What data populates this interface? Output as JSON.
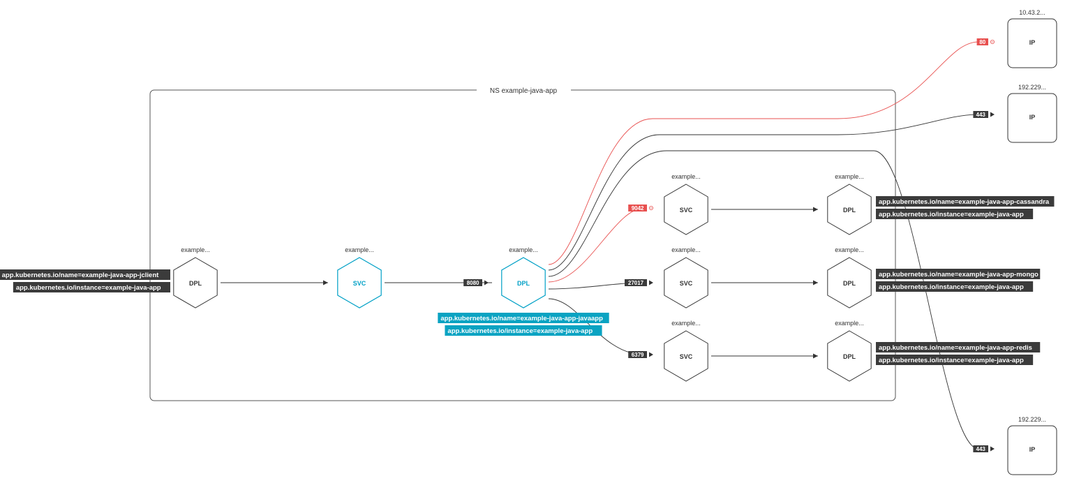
{
  "colors": {
    "ink": "#333333",
    "selected": "#00a0c6",
    "error": "#e8504f",
    "tag_bg": "#3b3b3b",
    "tag_selected_bg": "#0aa3c2"
  },
  "namespace": {
    "label": "NS example-java-app"
  },
  "nodes": [
    {
      "id": "client",
      "title": "example...",
      "kind": "DPL",
      "shape": "hexagon"
    },
    {
      "id": "svc_java",
      "title": "example...",
      "kind": "SVC",
      "shape": "hexagon",
      "selected": true
    },
    {
      "id": "dpl_java",
      "title": "example...",
      "kind": "DPL",
      "shape": "hexagon",
      "selected": true
    },
    {
      "id": "svc_cassandra",
      "title": "example...",
      "kind": "SVC",
      "shape": "hexagon"
    },
    {
      "id": "dpl_cassandra",
      "title": "example...",
      "kind": "DPL",
      "shape": "hexagon"
    },
    {
      "id": "svc_mongo",
      "title": "example...",
      "kind": "SVC",
      "shape": "hexagon"
    },
    {
      "id": "dpl_mongo",
      "title": "example...",
      "kind": "DPL",
      "shape": "hexagon"
    },
    {
      "id": "svc_redis",
      "title": "example...",
      "kind": "SVC",
      "shape": "hexagon"
    },
    {
      "id": "dpl_redis",
      "title": "example...",
      "kind": "DPL",
      "shape": "hexagon"
    },
    {
      "id": "ip1",
      "title": "10.43.2...",
      "kind": "IP",
      "shape": "square"
    },
    {
      "id": "ip2",
      "title": "192.229...",
      "kind": "IP",
      "shape": "square"
    },
    {
      "id": "ip3",
      "title": "192.229...",
      "kind": "IP",
      "shape": "square"
    }
  ],
  "tags": [
    {
      "node": "client",
      "lines": [
        "app.kubernetes.io/name=example-java-app-jclient",
        "app.kubernetes.io/instance=example-java-app"
      ]
    },
    {
      "node": "dpl_java",
      "lines": [
        "app.kubernetes.io/name=example-java-app-javaapp",
        "app.kubernetes.io/instance=example-java-app"
      ],
      "selected": true
    },
    {
      "node": "dpl_cassandra",
      "lines": [
        "app.kubernetes.io/name=example-java-app-cassandra",
        "app.kubernetes.io/instance=example-java-app"
      ]
    },
    {
      "node": "dpl_mongo",
      "lines": [
        "app.kubernetes.io/name=example-java-app-mongo",
        "app.kubernetes.io/instance=example-java-app"
      ]
    },
    {
      "node": "dpl_redis",
      "lines": [
        "app.kubernetes.io/name=example-java-app-redis",
        "app.kubernetes.io/instance=example-java-app"
      ]
    }
  ],
  "edges": [
    {
      "id": "e1",
      "from": "client",
      "to": "svc_java",
      "port": "",
      "error": false
    },
    {
      "id": "e2",
      "from": "svc_java",
      "to": "dpl_java",
      "port": "8080",
      "error": false
    },
    {
      "id": "e3",
      "from": "dpl_java",
      "to": "ip1",
      "port": "80",
      "error": true
    },
    {
      "id": "e4",
      "from": "dpl_java",
      "to": "ip2",
      "port": "443",
      "error": false
    },
    {
      "id": "e5",
      "from": "dpl_java",
      "to": "ip3",
      "port": "443",
      "error": false
    },
    {
      "id": "e6",
      "from": "dpl_java",
      "to": "svc_cassandra",
      "port": "9042",
      "error": true
    },
    {
      "id": "e7",
      "from": "dpl_java",
      "to": "svc_mongo",
      "port": "27017",
      "error": false
    },
    {
      "id": "e8",
      "from": "dpl_java",
      "to": "svc_redis",
      "port": "6379",
      "error": false
    },
    {
      "id": "e9",
      "from": "svc_cassandra",
      "to": "dpl_cassandra",
      "port": "",
      "error": false
    },
    {
      "id": "e10",
      "from": "svc_mongo",
      "to": "dpl_mongo",
      "port": "",
      "error": false
    },
    {
      "id": "e11",
      "from": "svc_redis",
      "to": "dpl_redis",
      "port": "",
      "error": false
    }
  ]
}
